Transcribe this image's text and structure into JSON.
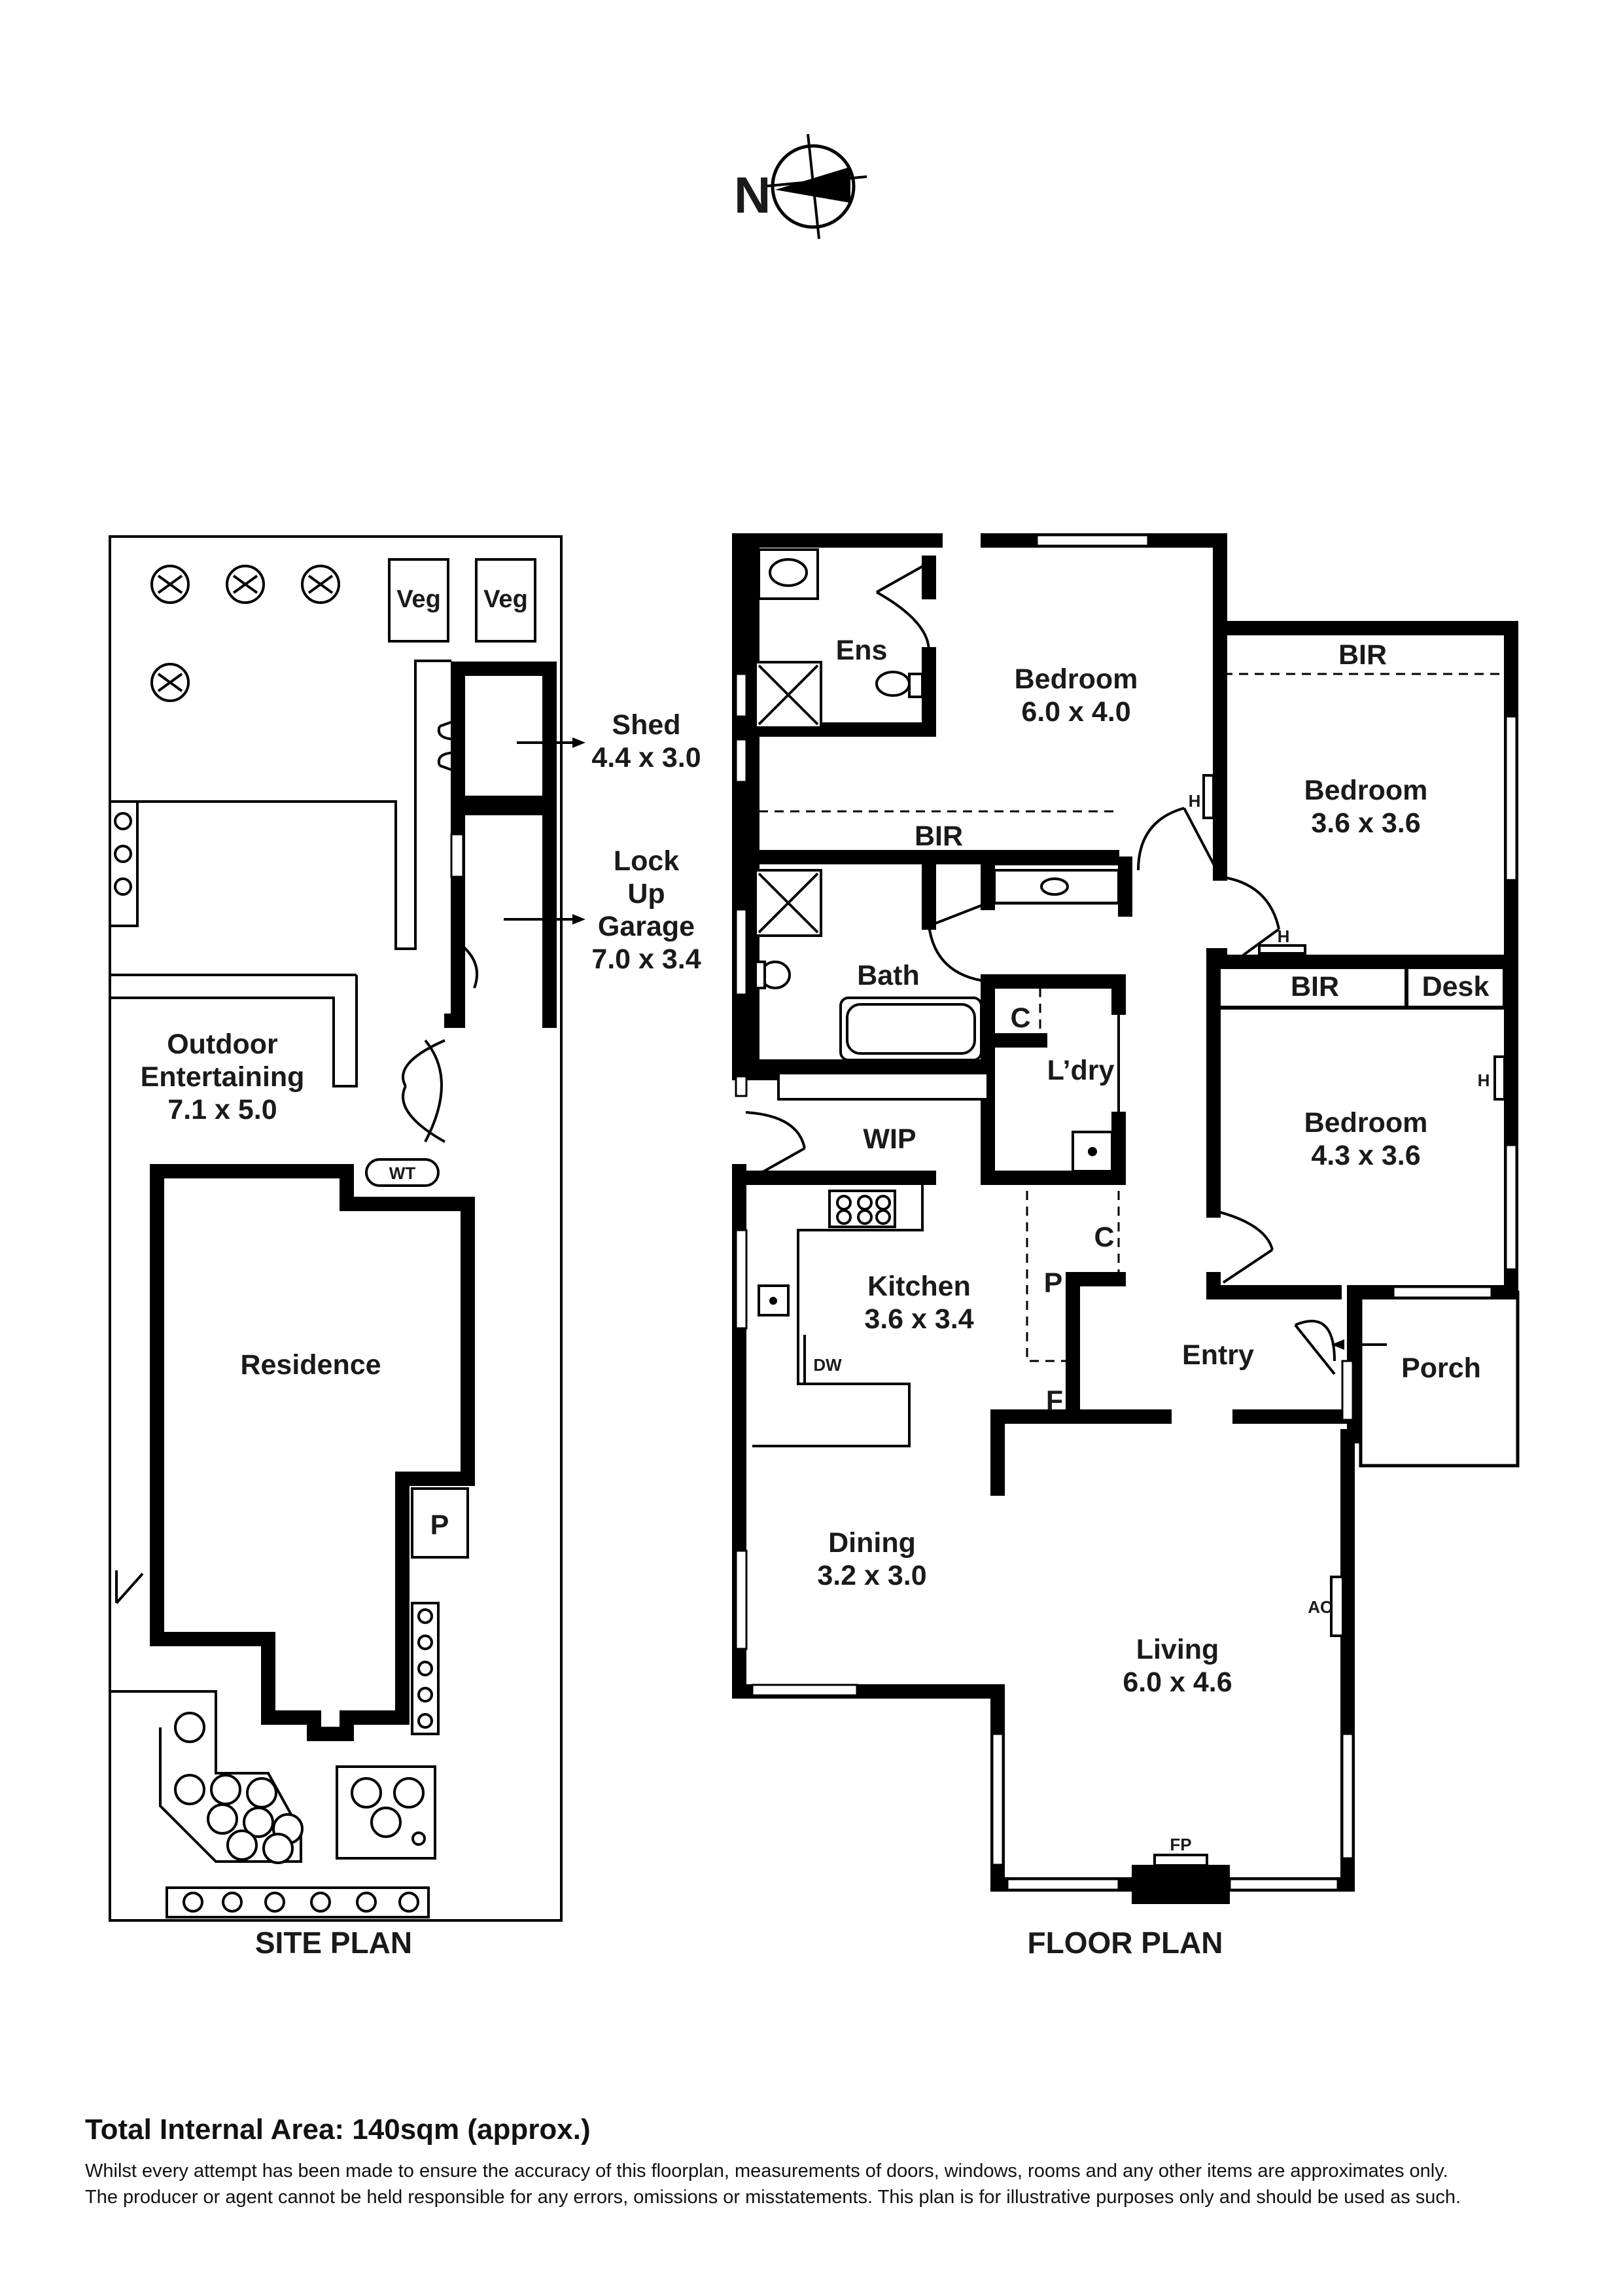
{
  "compass": {
    "letter": "N"
  },
  "site_plan": {
    "title": "SITE PLAN",
    "labels": {
      "veg_1": "Veg",
      "veg_2": "Veg",
      "shed_name": "Shed",
      "shed_size": "4.4 x 3.0",
      "garage_line1": "Lock",
      "garage_line2": "Up",
      "garage_line3": "Garage",
      "garage_size": "7.0 x 3.4",
      "outdoor_line1": "Outdoor",
      "outdoor_line2": "Entertaining",
      "outdoor_size": "7.1 x 5.0",
      "water_tank": "WT",
      "residence": "Residence",
      "porch_p": "P"
    }
  },
  "floor_plan": {
    "title": "FLOOR PLAN",
    "rooms": {
      "ensuite": "Ens",
      "main_bedroom_name": "Bedroom",
      "main_bedroom_size": "6.0 x 4.0",
      "bir_main": "BIR",
      "bedroom2_bir": "BIR",
      "bedroom2_name": "Bedroom",
      "bedroom2_size": "3.6 x 3.6",
      "bath": "Bath",
      "laundry": "L’dry",
      "cupboard_1": "C",
      "wip": "WIP",
      "bedroom3_bir": "BIR",
      "desk": "Desk",
      "bedroom3_name": "Bedroom",
      "bedroom3_size": "4.3 x 3.6",
      "cupboard_2": "C",
      "kitchen_name": "Kitchen",
      "kitchen_size": "3.6 x 3.4",
      "pantry": "P",
      "dishwasher": "DW",
      "fridge": "F",
      "entry": "Entry",
      "porch": "Porch",
      "dining_name": "Dining",
      "dining_size": "3.2 x 3.0",
      "living_name": "Living",
      "living_size": "6.0 x 4.6",
      "air_con": "AC",
      "fireplace": "FP",
      "heater_1": "H",
      "heater_2": "H",
      "heater_3": "H"
    }
  },
  "footer": {
    "total_area": "Total Internal Area: 140sqm (approx.)",
    "disclaimer_line1": "Whilst every attempt has been made to ensure the accuracy of this floorplan, measurements of doors, windows, rooms and any other items are approximates only.",
    "disclaimer_line2": "The producer or agent cannot be held responsible for any errors, omissions or misstatements. This plan is for illustrative purposes only and should be used as such."
  }
}
